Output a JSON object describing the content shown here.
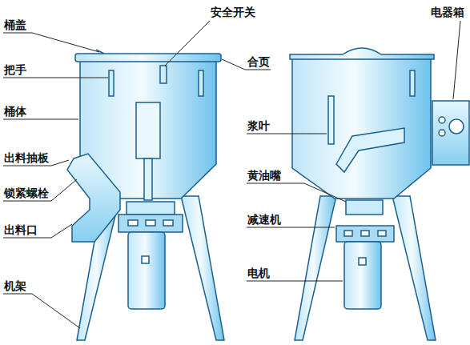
{
  "diagram": {
    "labels": [
      "桶盖",
      "把手",
      "桶体",
      "出料抽板",
      "锁紧螺栓",
      "出料口",
      "机架",
      "安全开关",
      "合页",
      "浆叶",
      "黄油嘴",
      "减速机",
      "电机",
      "电器箱"
    ]
  }
}
